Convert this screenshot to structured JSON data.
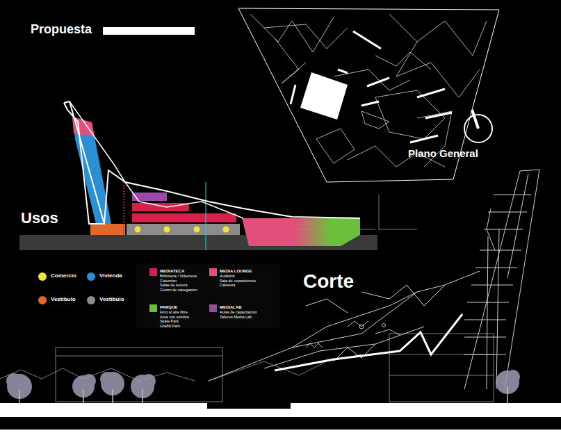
{
  "diagram": {
    "title": "Propuesta",
    "labels": [
      "Usos",
      "Plano General",
      "Corte",
      "Biblioteca / Videoteca",
      "Coleccion",
      "Salas de lectura",
      "Centro de navegacion",
      "Auditorio",
      "Sala de exposiciones",
      "Cafeteria",
      "Foro al aire libre",
      "Area con sombra",
      "Skate Park",
      "Graffiti Park",
      "Aulas de capacitacion",
      "Talleres Media Lab"
    ],
    "legend": [
      {
        "text": "Comercio",
        "color": "#f2e43a"
      },
      {
        "text": "Vivienda",
        "color": "#2b8fd4"
      },
      {
        "text": "Vestibulo",
        "color": "#e0692a"
      },
      {
        "text": "Vestibulo",
        "color": "#8c8c8c"
      },
      {
        "text": "MEDIATECA",
        "color": "#d6204a"
      },
      {
        "text": "MEDIA LOUNGE",
        "color": "#e0507a"
      },
      {
        "text": "PARQUE",
        "color": "#6ac23a"
      },
      {
        "text": "MEDIALAB",
        "color": "#9b4aa8"
      }
    ]
  }
}
